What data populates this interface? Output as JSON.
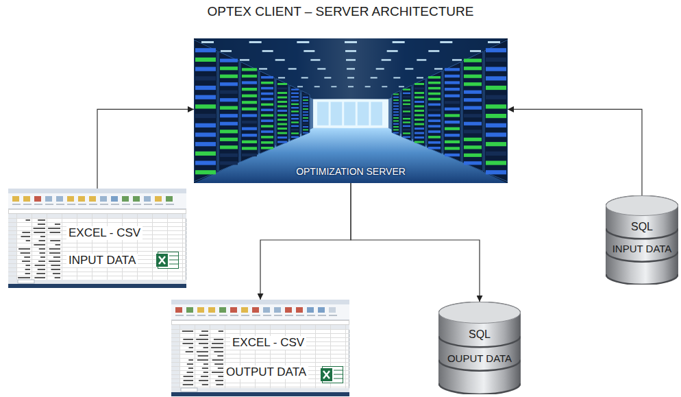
{
  "diagram": {
    "title": "OPTEX CLIENT – SERVER ARCHITECTURE",
    "nodes": [
      {
        "text": [
          "OPTIMIZATION SERVER"
        ]
      },
      {
        "text": [
          "EXCEL - CSV",
          "INPUT DATA"
        ]
      },
      {
        "text": [
          "SQL",
          "INPUT DATA"
        ]
      },
      {
        "text": [
          "EXCEL - CSV",
          "OUTPUT DATA"
        ]
      },
      {
        "text": [
          "SQL",
          "OUPUT DATA"
        ]
      }
    ],
    "edges": [
      {
        "from": 1,
        "to": 0,
        "arrow": "to"
      },
      {
        "from": 2,
        "to": 0,
        "arrow": "to"
      },
      {
        "from": 0,
        "to": 3,
        "arrow": "to"
      },
      {
        "from": 0,
        "to": 4,
        "arrow": "to"
      }
    ]
  }
}
